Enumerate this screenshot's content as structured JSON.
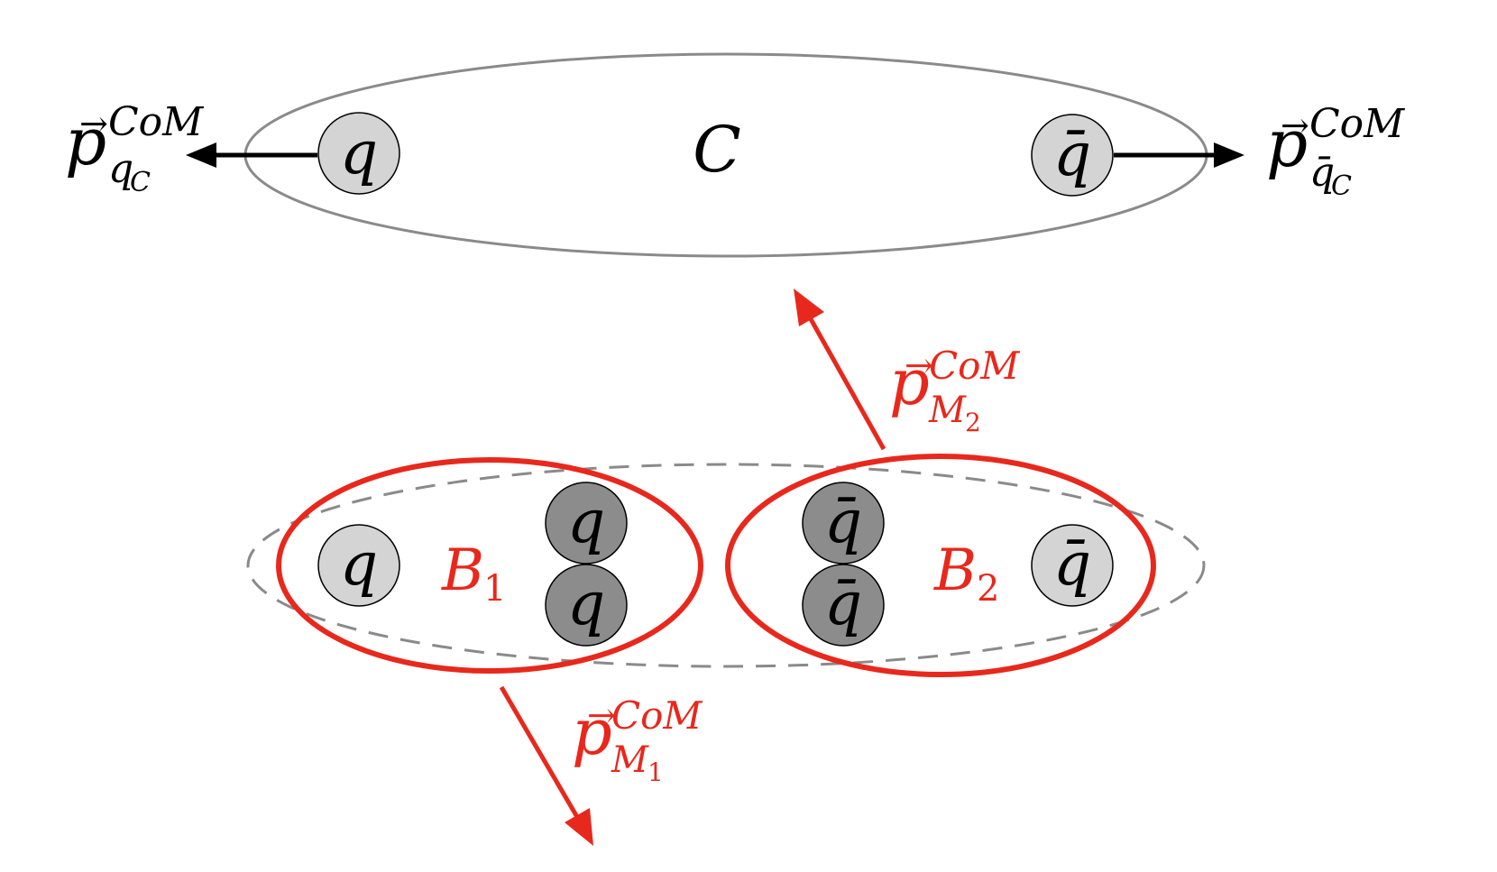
{
  "colors": {
    "ink": "#000000",
    "red": "#e8281c",
    "outline_gray": "#8a8a8a",
    "light_particle": "#d4d4d4",
    "dark_particle": "#8c8c8c"
  },
  "top_cluster": {
    "label": "C",
    "quark": "q",
    "antiquark": "q̄",
    "left_momentum": {
      "base": "p",
      "sup": "CoM",
      "sub": "q",
      "subsub": "C"
    },
    "right_momentum": {
      "base": "p",
      "sup": "CoM",
      "sub": "q̄",
      "subsub": "C"
    }
  },
  "bottom_clusters": {
    "b1": {
      "label_main": "B",
      "label_sub": "1",
      "outer_quark": "q",
      "inner_quark_top": "q",
      "inner_quark_bottom": "q"
    },
    "b2": {
      "label_main": "B",
      "label_sub": "2",
      "outer_antiquark": "q̄",
      "inner_antiquark_top": "q̄",
      "inner_antiquark_bottom": "q̄"
    },
    "m1_momentum": {
      "base": "p",
      "sup": "CoM",
      "sub": "M",
      "subsub": "1"
    },
    "m2_momentum": {
      "base": "p",
      "sup": "CoM",
      "sub": "M",
      "subsub": "2"
    }
  }
}
